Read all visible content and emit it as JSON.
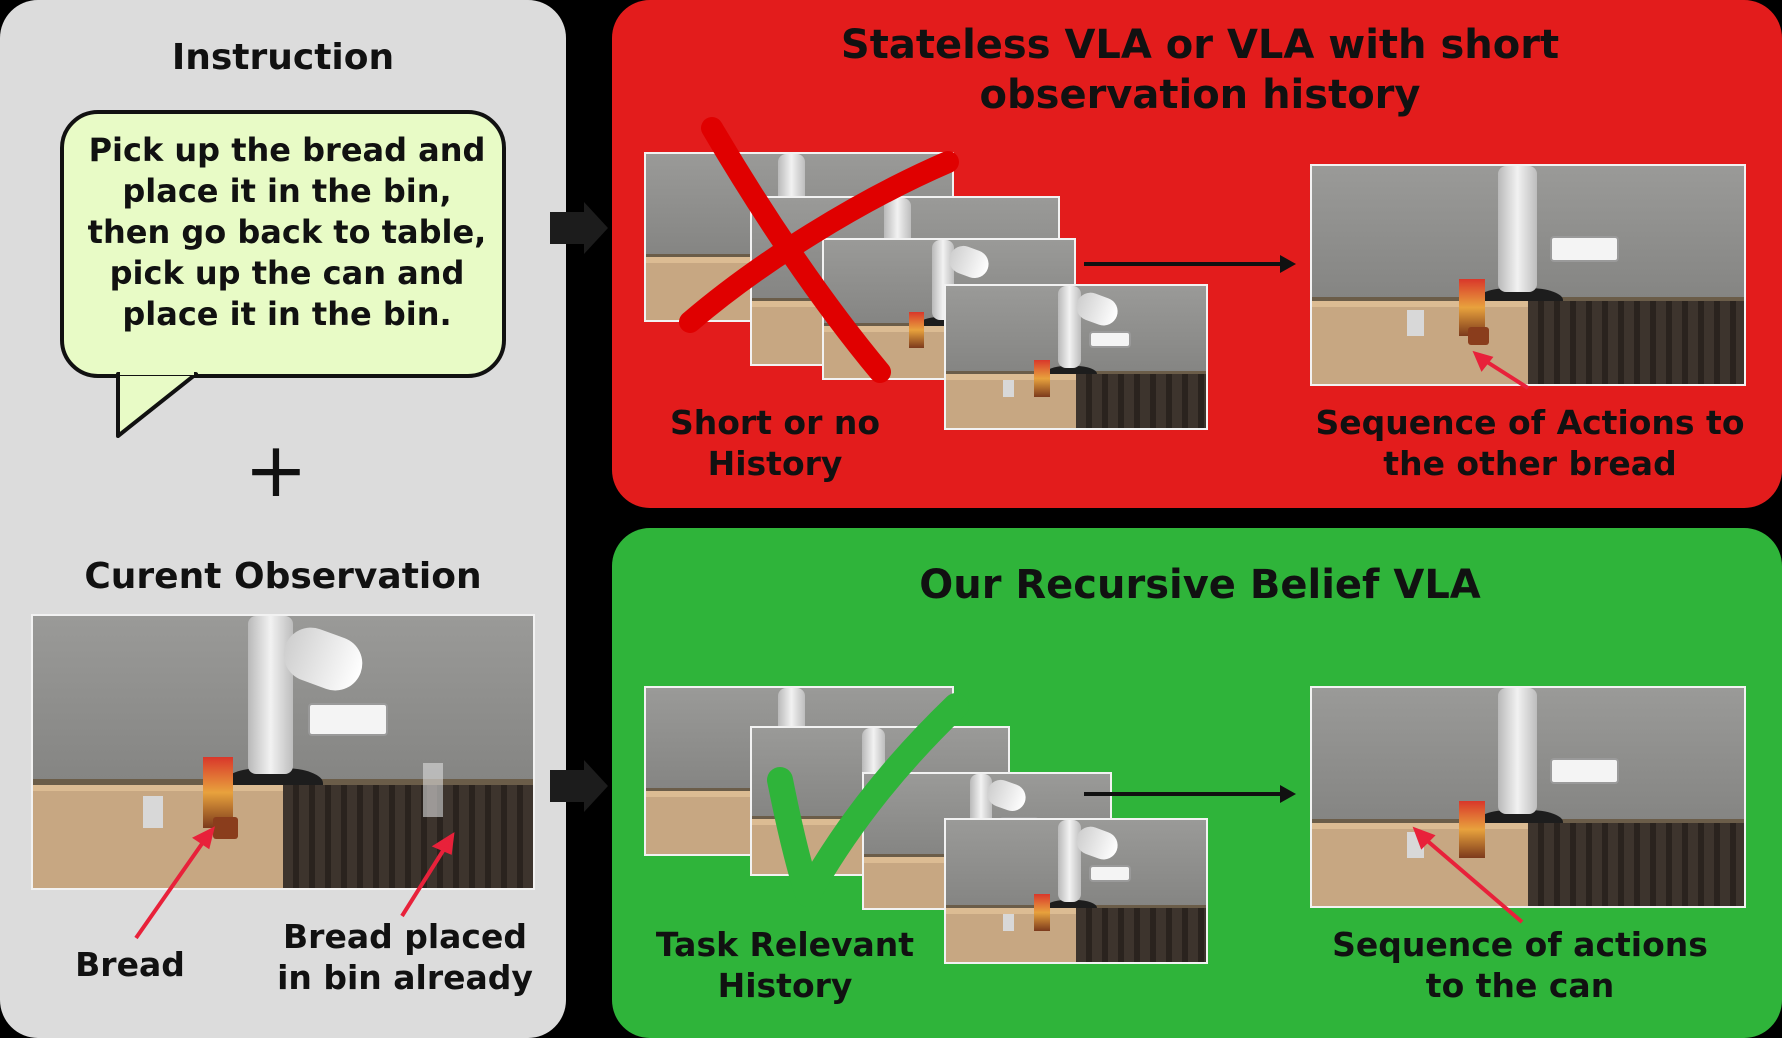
{
  "instruction": {
    "title": "Instruction",
    "text": "Pick up the bread and place it in the bin, then go back to table, pick up the can and place it in the bin.",
    "plus": "+"
  },
  "observation": {
    "title": "Curent Observation",
    "label_bread": "Bread",
    "label_bread_placed": "Bread placed in bin already"
  },
  "baseline": {
    "title": "Stateless VLA or VLA with short observation history",
    "history_label": "Short or no History",
    "action_label": "Sequence of Actions to the other bread"
  },
  "ours": {
    "title": "Our Recursive Belief VLA",
    "history_label": "Task Relevant History",
    "action_label": "Sequence of actions to the can"
  },
  "colors": {
    "left_panel": "#dcdcdc",
    "baseline_panel": "#e31c1c",
    "ours_panel": "#2fb43a",
    "bubble": "#e8fbc6",
    "cross": "#e00000",
    "check": "#2fb43a",
    "pointer_arrow": "#e8213a"
  }
}
